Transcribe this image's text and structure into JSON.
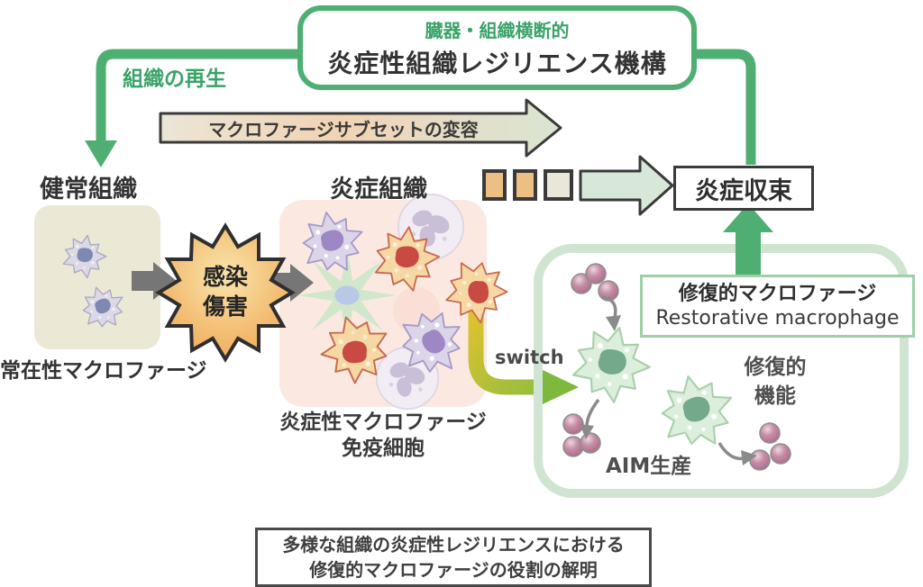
{
  "diagram": {
    "header": {
      "tagline": "臓器・組織横断的",
      "title": "炎症性組織レジリエンス機構"
    },
    "flow": {
      "regeneration_label": "組織の再生",
      "subset_arrow_label": "マクロファージサブセットの変容",
      "switch_label": "switch"
    },
    "healthy": {
      "title": "健常組織",
      "caption": "常在性マクロファージ"
    },
    "insult": {
      "line1": "感染",
      "line2": "傷害"
    },
    "inflamed": {
      "title": "炎症組織",
      "caption_line1": "炎症性マクロファージ",
      "caption_line2": "免疫細胞"
    },
    "resolution": {
      "label": "炎症収束"
    },
    "restorative": {
      "label_jp": "修復的マクロファージ",
      "label_en": "Restorative macrophage",
      "function_line1": "修復的",
      "function_line2": "機能",
      "aim_label": "AIM生産"
    },
    "footer": {
      "line1": "多様な組織の炎症性レジリエンスにおける",
      "line2": "修復的マクロファージの役割の解明"
    }
  },
  "colors": {
    "green": "#4fae72",
    "green_text": "#3aa368",
    "lg_border": "#cfe5d2",
    "lg_fill": "#d7e8d9",
    "orange_sq": "#ecc084",
    "beige_sq": "#eae6da",
    "beige_box": "#ece8d6",
    "pink_box": "#fbe9e1",
    "gray_arrow": "#767676",
    "dark": "#3a3a3a"
  }
}
